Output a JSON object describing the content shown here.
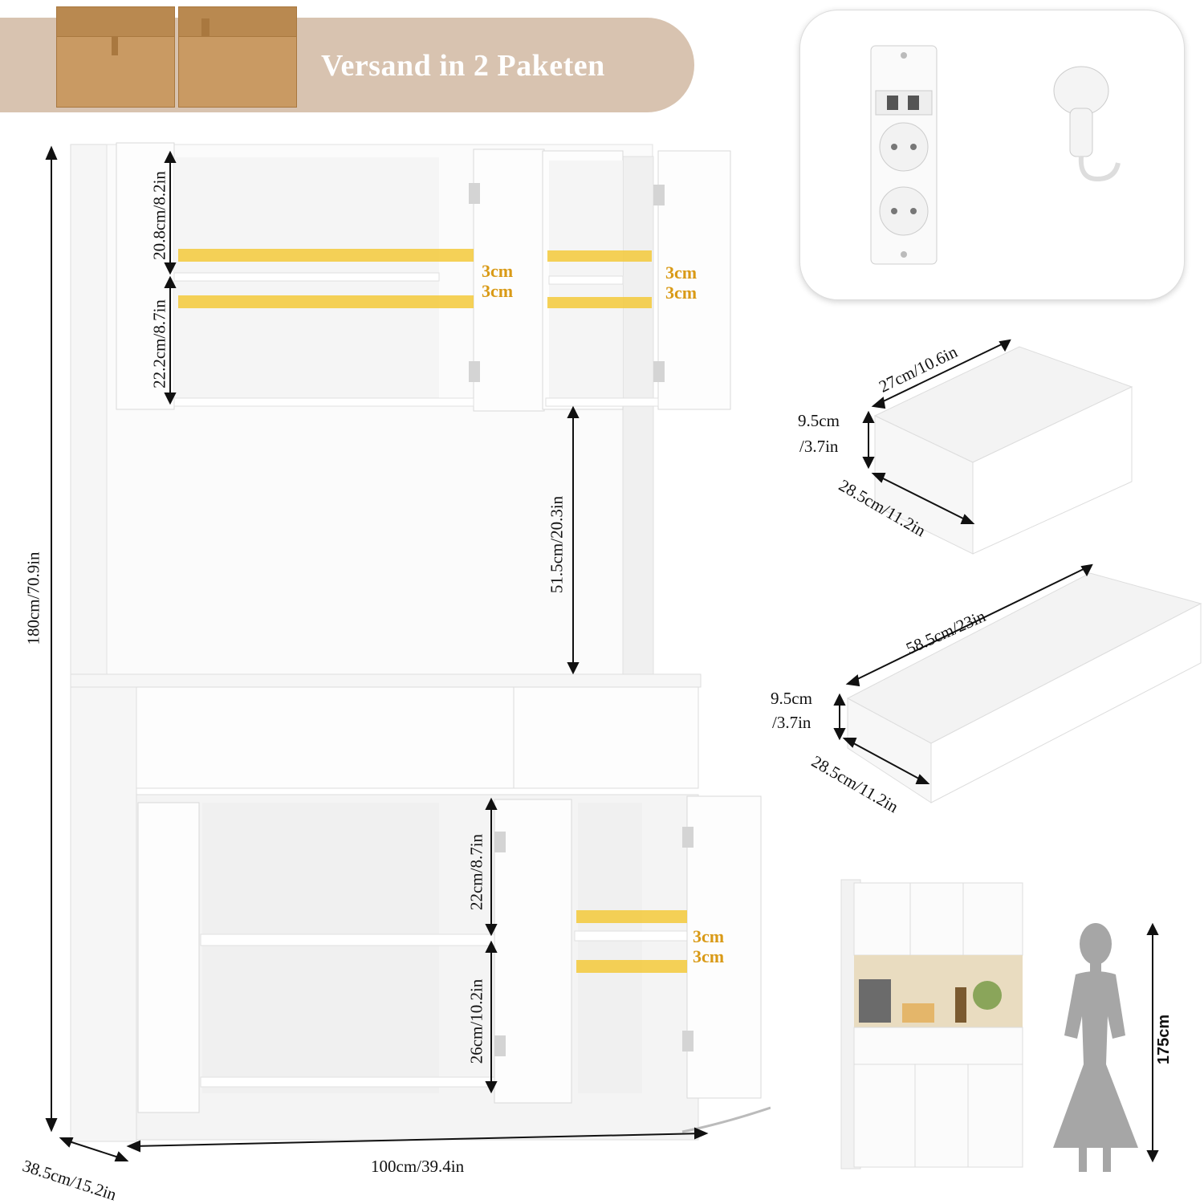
{
  "banner": {
    "text": "Versand in 2 Paketen"
  },
  "cabinet": {
    "height": "180cm/70.9in",
    "width": "100cm/39.4in",
    "depth": "38.5cm/15.2in",
    "upper_top_shelf": "20.8cm/8.2in",
    "upper_bottom_shelf": "22.2cm/8.7in",
    "open_space": "51.5cm/20.3in",
    "lower_top_shelf": "22cm/8.7in",
    "lower_bottom_shelf": "26cm/10.2in",
    "adjust_step": "3cm"
  },
  "drawer_small": {
    "width": "27cm/10.6in",
    "height_cm": "9.5cm",
    "height_in": "/3.7in",
    "depth": "28.5cm/11.2in"
  },
  "drawer_large": {
    "width": "58.5cm/23in",
    "height_cm": "9.5cm",
    "height_in": "/3.7in",
    "depth": "28.5cm/11.2in"
  },
  "person": {
    "height": "175cm"
  },
  "colors": {
    "banner": "#d8c3b0",
    "led": "#f3c93a",
    "label_gold": "#d99a17",
    "cardboard": "#c99a63"
  }
}
